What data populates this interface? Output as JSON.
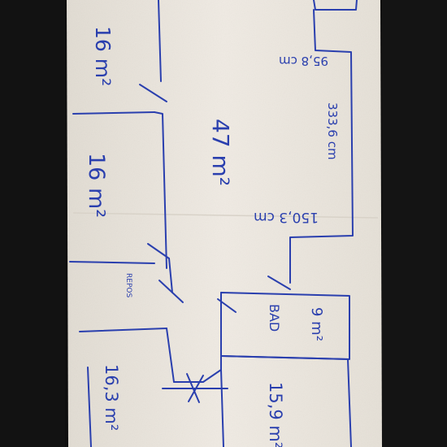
{
  "floorplan": {
    "rooms": [
      {
        "key": "room_top_left",
        "label": "16 m²"
      },
      {
        "key": "room_left_middle",
        "label": "16 m²"
      },
      {
        "key": "room_living",
        "label": "47 m²"
      },
      {
        "key": "room_bath_area",
        "label": "9 m²"
      },
      {
        "key": "room_bottom_left",
        "label": "16,3 m²"
      },
      {
        "key": "room_bottom_right",
        "label": "15,9 m²"
      }
    ],
    "room_names": {
      "bad": "BAD",
      "repos": "REPOS"
    },
    "dimensions": {
      "top": "95,8 cm",
      "right": "333,6 cm",
      "middle": "150,3 cm"
    }
  },
  "colors": {
    "background": "#0e0e0e",
    "paper": "#ede8e0",
    "ink": "#2a3fae"
  }
}
